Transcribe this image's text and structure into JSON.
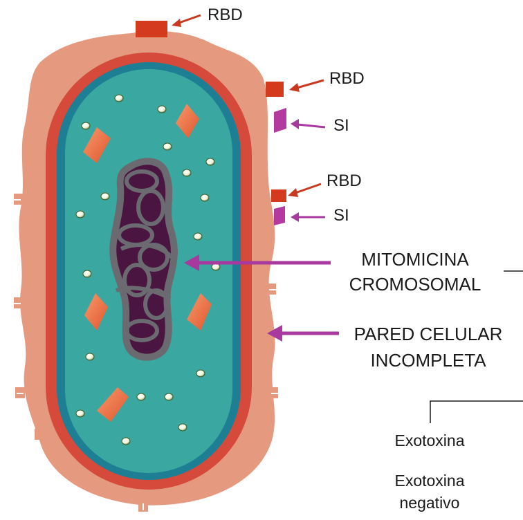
{
  "labels": {
    "rbd_top": "RBD",
    "rbd_middle": "RBD",
    "si_upper": "SI",
    "rbd_lower": "RBD",
    "si_lower": "SI",
    "mitomicina_line1": "MITOMICINA",
    "mitomicina_line2": "CROMOSOMAL",
    "pared_line1": "PARED CELULAR",
    "pared_line2": "INCOMPLETA",
    "exotoxina": "Exotoxina",
    "exotoxina_negativo_line1": "Exotoxina",
    "exotoxina_negativo_line2": "negativo"
  },
  "colors": {
    "outer_capsule": "#e59a80",
    "cell_wall": "#d64a3b",
    "membrane": "#1e7f94",
    "cytoplasm": "#3aa8a0",
    "rbd_marker": "#d43b1e",
    "si_marker": "#b43aa0",
    "rbd_arrow": "#c9391f",
    "purple_arrow": "#a8399e",
    "chromosome_fill": "#4a1540",
    "chromosome_outline": "#6a6a70",
    "granule": "#f2f7e6",
    "inclusion": "#ef6a42"
  }
}
